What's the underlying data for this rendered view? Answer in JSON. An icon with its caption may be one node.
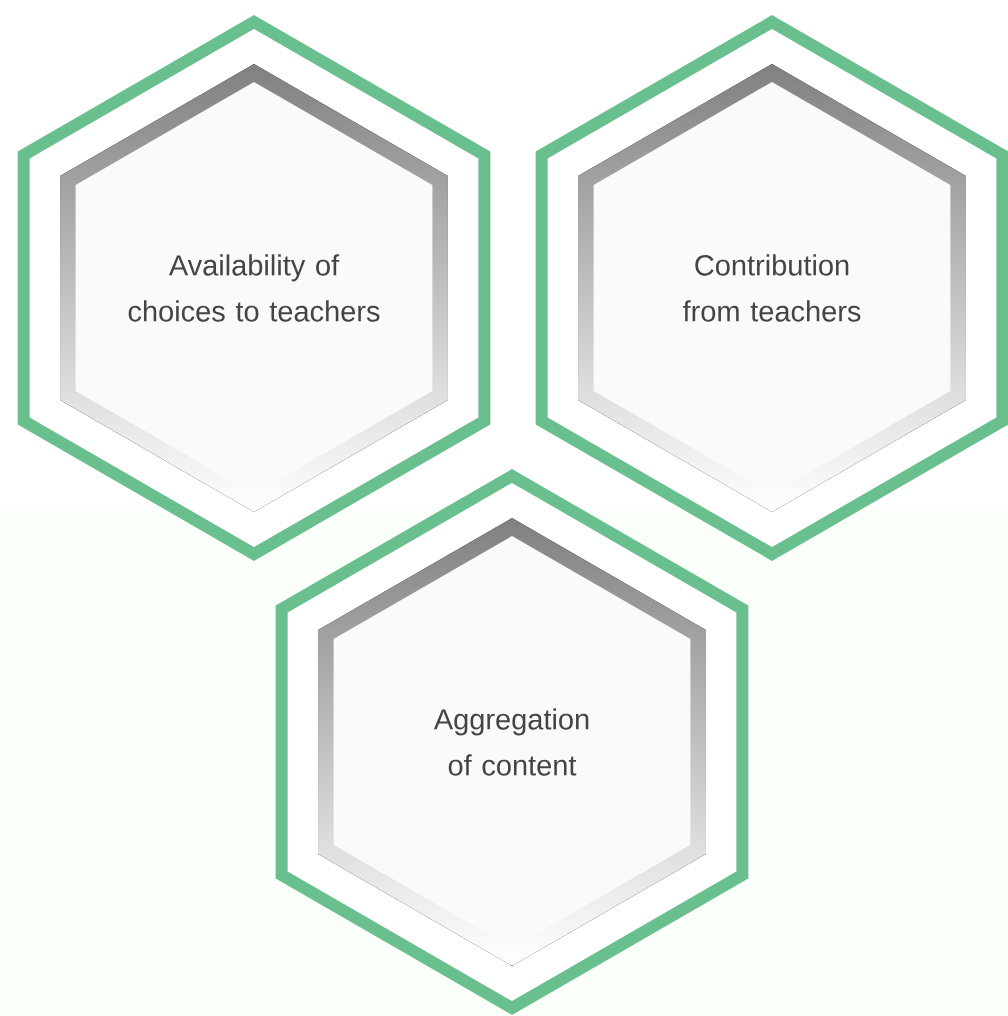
{
  "diagram": {
    "nodes": [
      {
        "text": [
          "Availability of choices to teachers"
        ]
      },
      {
        "text": [
          "Contribution from teachers"
        ]
      },
      {
        "text": [
          "Aggregation of content"
        ]
      }
    ]
  }
}
